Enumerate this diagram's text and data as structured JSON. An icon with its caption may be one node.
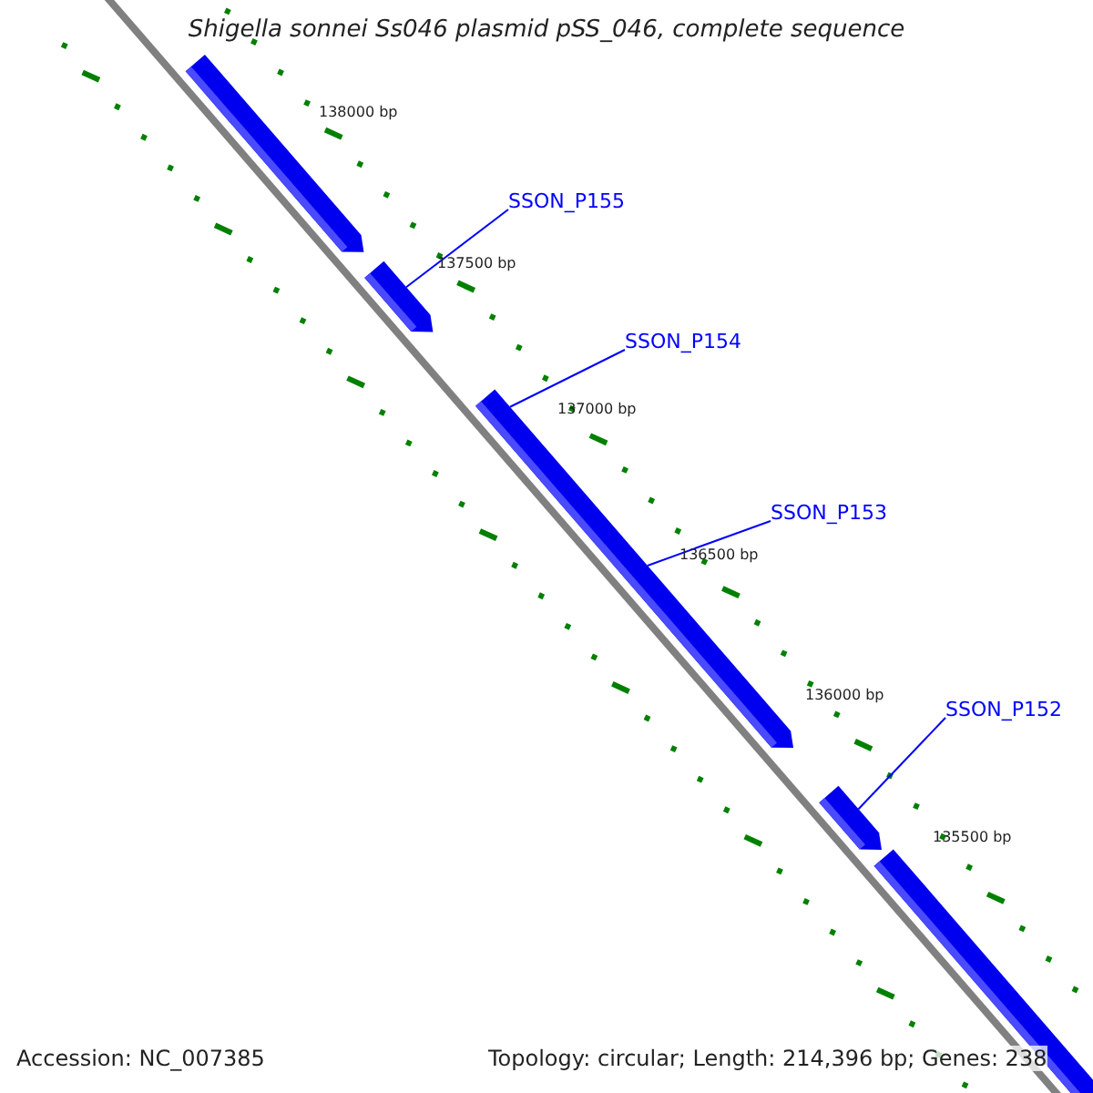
{
  "diagram": {
    "title": "Shigella sonnei Ss046 plasmid pSS_046, complete sequence",
    "nodes": [
      {
        "text": [
          "SSON_P155"
        ]
      },
      {
        "text": [
          "SSON_P154"
        ]
      },
      {
        "text": [
          "SSON_P153"
        ]
      },
      {
        "text": [
          "SSON_P152"
        ]
      },
      {
        "text": [],
        "shape": "bar"
      },
      {
        "text": [],
        "shape": "bar"
      },
      {
        "text": [],
        "shape": "bar"
      },
      {
        "text": [],
        "shape": "bar"
      },
      {
        "text": [],
        "shape": "bar"
      }
    ],
    "edges": [
      {
        "from": 0,
        "to": 5,
        "arrow": "none"
      },
      {
        "from": 1,
        "to": 6,
        "arrow": "none"
      },
      {
        "from": 2,
        "to": 6,
        "arrow": "none"
      },
      {
        "from": 3,
        "to": 7,
        "arrow": "none"
      }
    ],
    "labels": [
      "138000 bp",
      "137500 bp",
      "137000 bp",
      "136500 bp",
      "136000 bp",
      "135500 bp",
      "Accession: NC_007385",
      "Topology: circular; Length: 214,396 bp; Genes: 238"
    ]
  }
}
